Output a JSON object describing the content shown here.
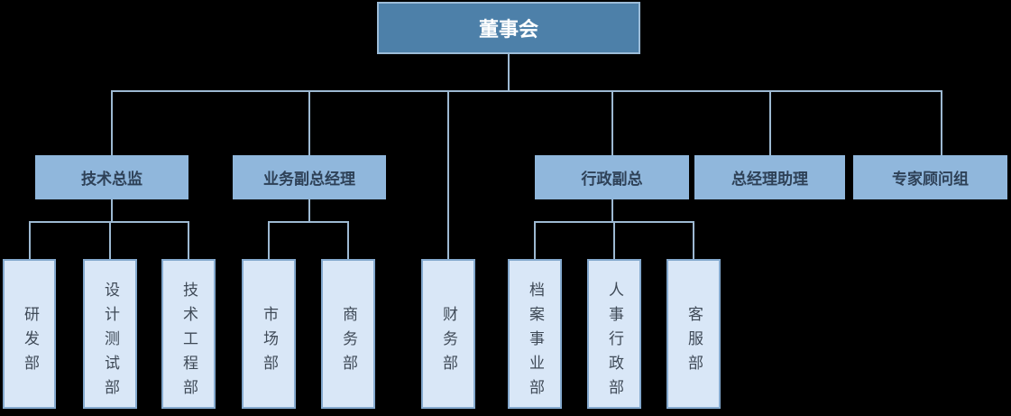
{
  "colors": {
    "background": "#000000",
    "root_fill": "#4D80A9",
    "root_border": "#9CBCD8",
    "root_text": "#FFFFFF",
    "level2_fill": "#90B7DC",
    "level2_text": "#2E4157",
    "level3_fill": "#D9E7F7",
    "level3_border": "#84A9CE",
    "level3_text": "#3F4A57",
    "connector": "#9DB9D2"
  },
  "org": {
    "root": {
      "label": "董事会"
    },
    "level2": [
      {
        "label": "技术总监",
        "parent": "董事会"
      },
      {
        "label": "业务副总经理",
        "parent": "董事会"
      },
      {
        "label": "行政副总",
        "parent": "董事会"
      },
      {
        "label": "总经理助理",
        "parent": "董事会"
      },
      {
        "label": "专家顾问组",
        "parent": "董事会"
      }
    ],
    "level3": [
      {
        "label": "研发部",
        "parent": "技术总监"
      },
      {
        "label": "设计测试部",
        "parent": "技术总监"
      },
      {
        "label": "技术工程部",
        "parent": "技术总监"
      },
      {
        "label": "市场部",
        "parent": "业务副总经理"
      },
      {
        "label": "商务部",
        "parent": "业务副总经理"
      },
      {
        "label": "财务部",
        "parent": "董事会"
      },
      {
        "label": "档案事业部",
        "parent": "行政副总"
      },
      {
        "label": "人事行政部",
        "parent": "行政副总"
      },
      {
        "label": "客服部",
        "parent": "行政副总"
      }
    ]
  }
}
